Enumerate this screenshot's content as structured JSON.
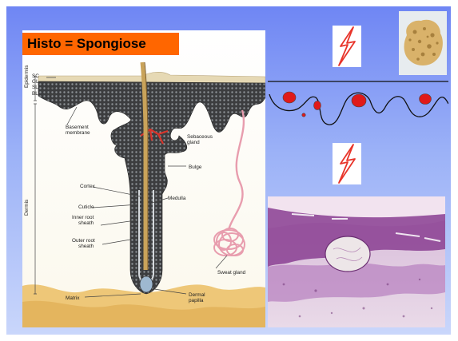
{
  "slide": {
    "title": "Histo = Spongiose"
  },
  "hair_diagram": {
    "layer_labels": {
      "sc": "SC",
      "gl": "GL",
      "sl": "SL",
      "bl": "BL"
    },
    "region_labels": {
      "epidermis": "Epidermis",
      "dermis": "Dermis"
    },
    "left_labels": {
      "basement": "Basement",
      "membrane": "membrane",
      "cortex": "Cortex",
      "cuticle": "Cuticle",
      "inner1": "Inner root",
      "inner2": "sheath",
      "outer1": "Outer root",
      "outer2": "sheath",
      "matrix": "Matrix"
    },
    "right_labels": {
      "seb1": "Sebaceous",
      "seb2": "gland",
      "bulge": "Bulge",
      "medulla": "Medulla",
      "sweat": "Sweat gland",
      "dermal1": "Dermal",
      "dermal2": "papilla"
    }
  },
  "icons": {
    "bolt": "lightning-bolt-icon",
    "sponge": "sponge-photo",
    "histology": "histology-micrograph"
  },
  "colors": {
    "title_background": "#ff6600",
    "bolt": "#e8342a",
    "vesicle": "#e01a1a",
    "slide_gradient_top": "#6f86f4"
  }
}
